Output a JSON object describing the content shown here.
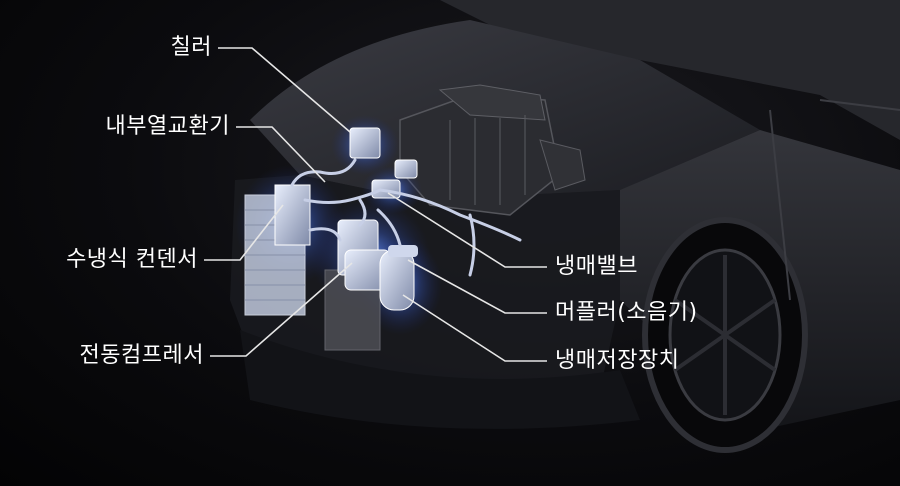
{
  "labels": {
    "chiller": "칠러",
    "internal_heat_exchanger": "내부열교환기",
    "water_cooled_condenser": "수냉식 컨덴서",
    "electric_compressor": "전동컴프레서",
    "refrigerant_valve": "냉매밸브",
    "muffler": "머플러(소음기)",
    "receiver_drier": "냉매저장장치"
  },
  "colors": {
    "background": "#050507",
    "car_body": "#2a2b30",
    "component_glow": "#4a7cff",
    "label_text": "#ffffff",
    "leader_line": "#e6e6e6"
  }
}
